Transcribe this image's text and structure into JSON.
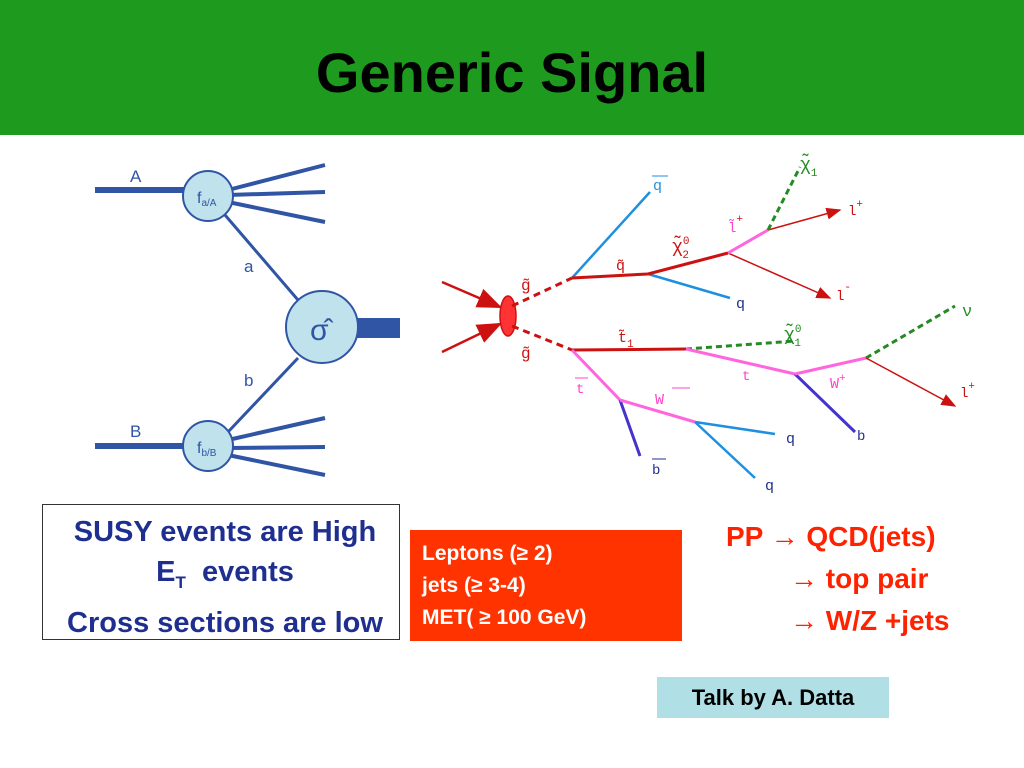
{
  "title": "Generic Signal",
  "colors": {
    "title_bar": "#1e9b1e",
    "factorization_blue": "#2f55a4",
    "susy_red": "#cc1111",
    "slepton_pink": "#ff66dd",
    "quark_blue": "#1f8fe0",
    "neutralino_green": "#228b22",
    "b_purple": "#4433cc",
    "cuts_box": "#ff3300",
    "credit_box": "#b0e0e6"
  },
  "factorization_diagram": {
    "beam_a": "A",
    "beam_b": "B",
    "pdf_a": "f",
    "pdf_a_sub": "a/A",
    "pdf_b": "f",
    "pdf_b_sub": "b/B",
    "parton_a": "a",
    "parton_b": "b",
    "cross_section": "σ̂"
  },
  "cascade_diagram": {
    "gluino_top": "g̃",
    "gluino_bottom": "g̃",
    "qbar": "q",
    "squark": "q̃",
    "q1": "q",
    "neutralino2": "χ̃",
    "neutralino2_sup": "0",
    "neutralino2_sub": "2",
    "slepton": "l̃",
    "slepton_sup": "+",
    "neutralino1_top": "χ̃",
    "neutralino1_top_sub": "1",
    "lepton_plus_top": "l",
    "lepton_plus_top_sup": "+",
    "lepton_minus": "l",
    "lepton_minus_sup": "-",
    "stop": "t̃",
    "stop_sub": "1",
    "neutralino1_mid": "χ̃",
    "neutralino1_mid_sup": "0",
    "neutralino1_mid_sub": "1",
    "t": "t",
    "w_plus": "W",
    "w_plus_sup": "+",
    "neutrino": "ν",
    "lepton_plus_bottom": "l",
    "lepton_plus_bottom_sup": "+",
    "b_right": "b",
    "tbar": "t",
    "w_minus": "W",
    "bbar": "b",
    "q2": "q",
    "q3": "q"
  },
  "susy_text": {
    "line1": "SUSY events are High",
    "line2_main": "E",
    "line2_sub": "T",
    "line2_rest": "  events",
    "line3": "Cross sections are low"
  },
  "cuts": [
    "Leptons (≥ 2)",
    "jets (≥ 3-4)",
    "MET( ≥ 100 GeV)"
  ],
  "backgrounds": [
    "PP → QCD(jets)",
    "→ top pair",
    "→ W/Z +jets"
  ],
  "credit": "Talk by A. Datta"
}
